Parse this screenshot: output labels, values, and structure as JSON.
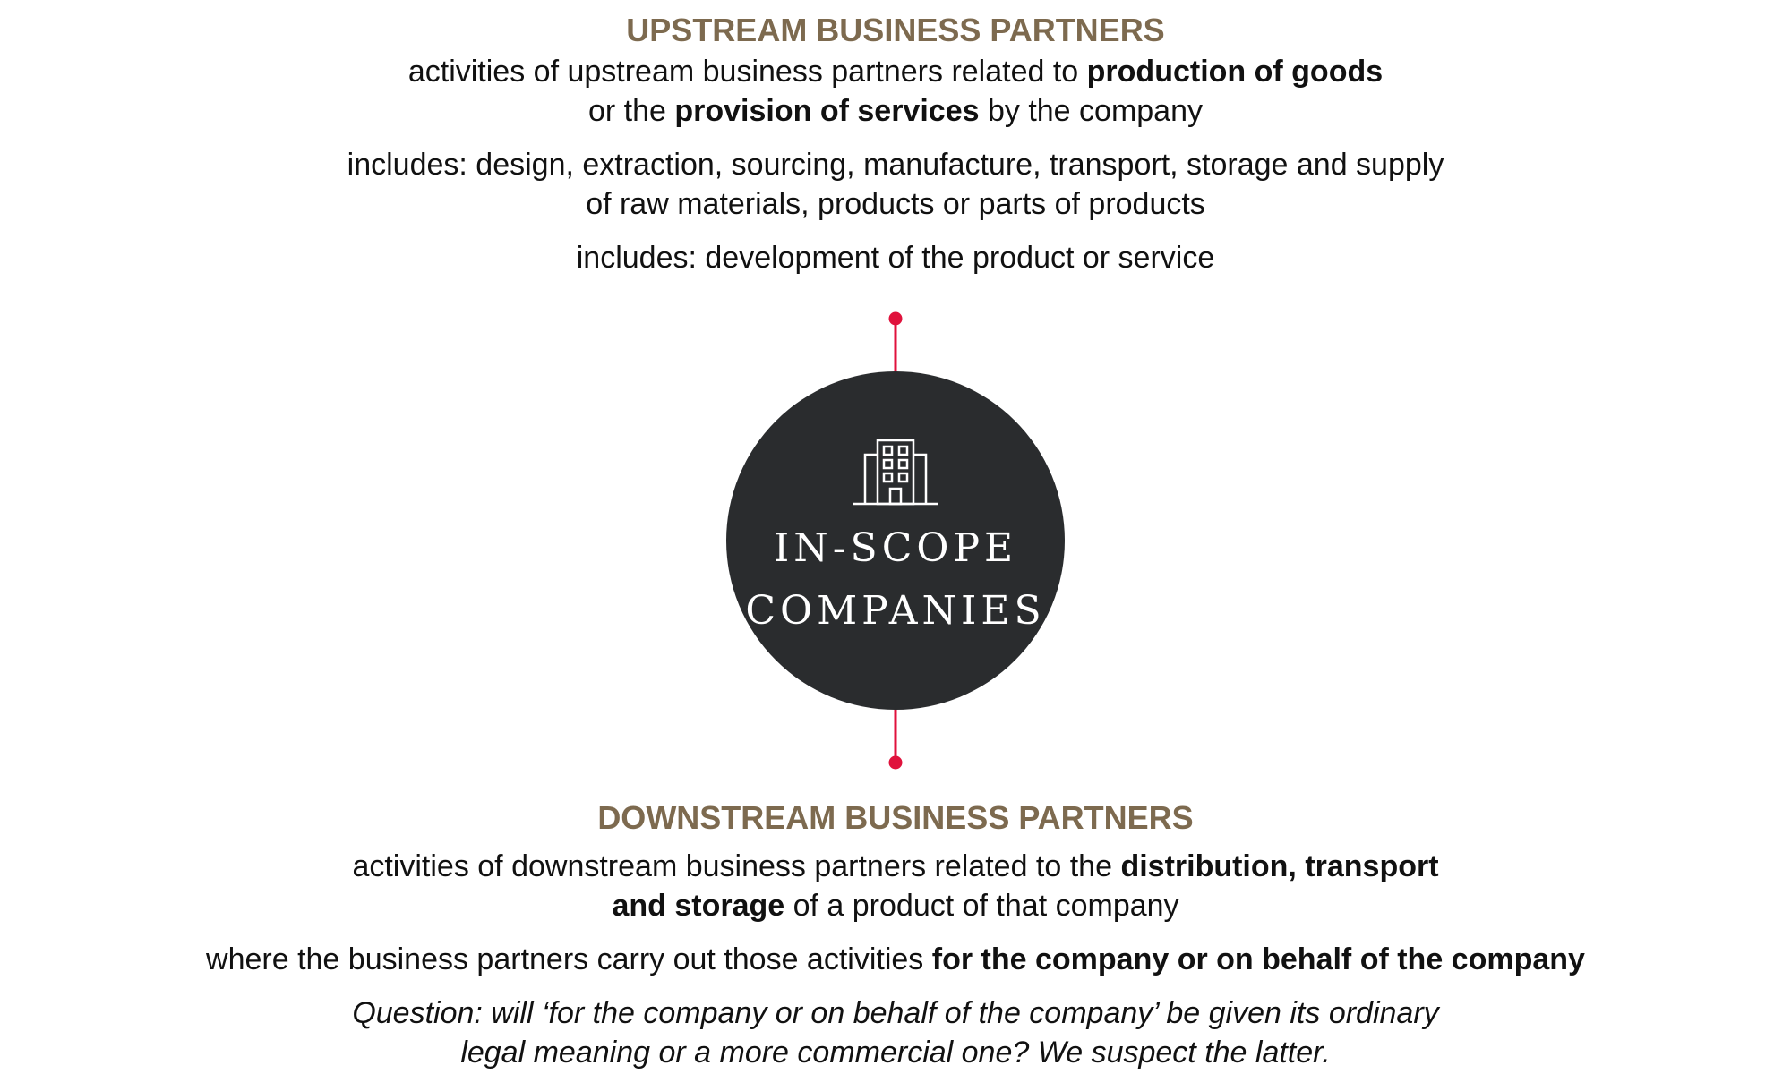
{
  "colors": {
    "heading": "#7d6a4f",
    "circle": "#2a2c2e",
    "connector": "#e0123c",
    "text": "#111111"
  },
  "upstream": {
    "heading": "UPSTREAM BUSINESS PARTNERS",
    "l1_pre": "activities of upstream business partners related to ",
    "l1_bold": "production of goods",
    "l2_pre": "or the ",
    "l2_bold": "provision of services",
    "l2_post": " by the company",
    "l3": "includes:  design, extraction, sourcing, manufacture, transport, storage and supply",
    "l4": "of raw materials, products or parts of products",
    "l5": "includes: development of the product or service"
  },
  "center": {
    "icon": "building-icon",
    "label_line1": "IN-SCOPE",
    "label_line2": "COMPANIES"
  },
  "downstream": {
    "heading": "DOWNSTREAM BUSINESS PARTNERS",
    "l1_pre": "activities of downstream business partners related to the ",
    "l1_bold": "distribution, transport",
    "l2_bold": "and storage",
    "l2_post": " of a product of that company",
    "l3_pre": "where the business partners carry out those activities ",
    "l3_bold": "for the company or on behalf of the company",
    "q1": "Question:  will ‘for the company or on behalf of the company’ be given its ordinary",
    "q2": "legal meaning or a more commercial one?  We suspect the latter."
  }
}
